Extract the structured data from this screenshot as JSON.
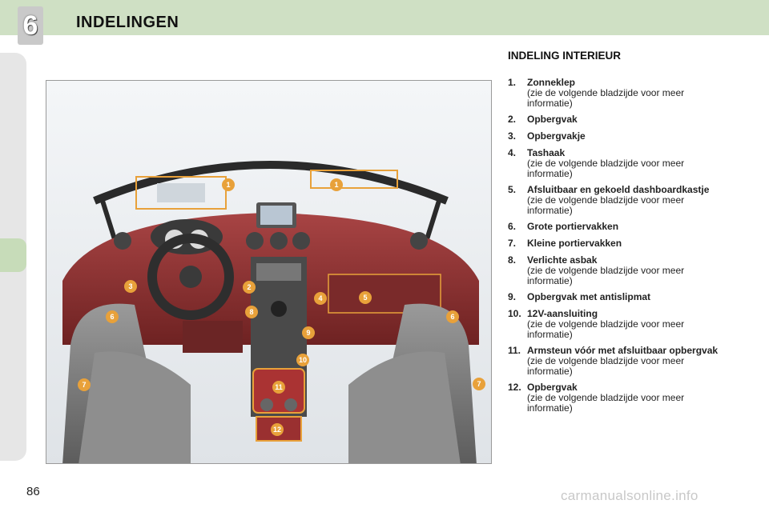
{
  "header": {
    "chapter_number": "6",
    "title": "INDELINGEN"
  },
  "page_number": "86",
  "watermark": "carmanualsonline.info",
  "section_title": "INDELING INTERIEUR",
  "items": [
    {
      "num": "1.",
      "label": "Zonneklep",
      "note": "(zie de volgende bladzijde voor meer informatie)"
    },
    {
      "num": "2.",
      "label": "Opbergvak",
      "note": ""
    },
    {
      "num": "3.",
      "label": "Opbergvakje",
      "note": ""
    },
    {
      "num": "4.",
      "label": "Tashaak",
      "note": "(zie de volgende bladzijde voor meer informatie)"
    },
    {
      "num": "5.",
      "label": "Afsluitbaar en gekoeld dashboardkastje",
      "note": "(zie de volgende bladzijde voor meer informatie)"
    },
    {
      "num": "6.",
      "label": "Grote portiervakken",
      "note": ""
    },
    {
      "num": "7.",
      "label": "Kleine portiervakken",
      "note": ""
    },
    {
      "num": "8.",
      "label": "Verlichte asbak",
      "note": "(zie de volgende bladzijde voor meer informatie)"
    },
    {
      "num": "9.",
      "label": "Opbergvak met antislipmat",
      "note": ""
    },
    {
      "num": "10.",
      "label": "12V-aansluiting",
      "note": "(zie de volgende bladzijde voor meer informatie)"
    },
    {
      "num": "11.",
      "label": "Armsteun vóór met afsluitbaar opbergvak",
      "note": "(zie de volgende bladzijde voor meer informatie)"
    },
    {
      "num": "12.",
      "label": "Opbergvak",
      "note": "(zie de volgende bladzijde voor meer informatie)"
    }
  ],
  "callouts": [
    "1",
    "1",
    "2",
    "3",
    "4",
    "5",
    "6",
    "6",
    "7",
    "7",
    "8",
    "9",
    "10",
    "11",
    "12"
  ],
  "colors": {
    "header": "#cfe0c4",
    "callout": "#e8a13a",
    "interior": "#8b2f2f"
  }
}
